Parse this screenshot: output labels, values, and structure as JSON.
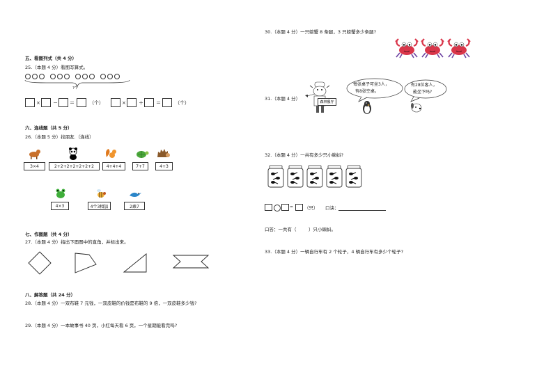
{
  "left": {
    "s5_title": "五、看图列式（共 4 分）",
    "q25_text": "25.（本题 4 分）看图写算式。",
    "q25_brace_label": "?个",
    "q25_eq1": [
      "×",
      "－",
      "＝",
      "（个）"
    ],
    "q25_eq2": [
      "×",
      "＋",
      "＝",
      "（个）"
    ],
    "s6_title": "六、连线题（共 5 分）",
    "q26_text": "26.（本题 5 分）找朋友.（连线）",
    "q26_top": [
      "3×4",
      "2+2+2+2+2+2+2",
      "4+4+4",
      "7+7",
      "4+3"
    ],
    "q26_bottom": [
      "4×3",
      "4个3相加",
      "2乘7"
    ],
    "s7_title": "七、作图题（共 4 分）",
    "q27_text": "27.（本题 4 分）指出下面图中的直角，并标出来。",
    "s8_title": "八、解答题（共 24 分）",
    "q28_text": "28.（本题 4 分）一双布鞋 7 元钱，一双皮鞋的价钱是布鞋的 9 倍，一双皮鞋多少钱?",
    "q29_text": "29.（本题 4 分）一本故事书 40 页，小红每天看 6 页，一个星期能看完吗?"
  },
  "right": {
    "q30_text": "30.（本题 4 分）一只螃蟹 8 条腿，3 只螃蟹多少条腿?",
    "q31_text": "31.（本题 4 分）",
    "q31_sign": "森林餐厅",
    "q31_bubble1": [
      "每张桌子可坐3人，",
      "有8张空桌。"
    ],
    "q31_bubble2": [
      "有28位客人，",
      "能坐下吗?"
    ],
    "q32_text": "32.（本题 4 分）一共有多少只小蝌蚪?",
    "q32_unit": "（只）",
    "q32_rhyme_label": "口诀：",
    "q32_answer_prefix": "口答：一共有（",
    "q32_answer_suffix": "）只小蝌蚪。",
    "q33_text": "33.（本题 4 分）一辆自行车有 2 个轮子，4 辆自行车有多少个轮子?"
  },
  "colors": {
    "crab": "#d9364a",
    "crab_eye": "#ffffff",
    "box_border": "#333333"
  }
}
